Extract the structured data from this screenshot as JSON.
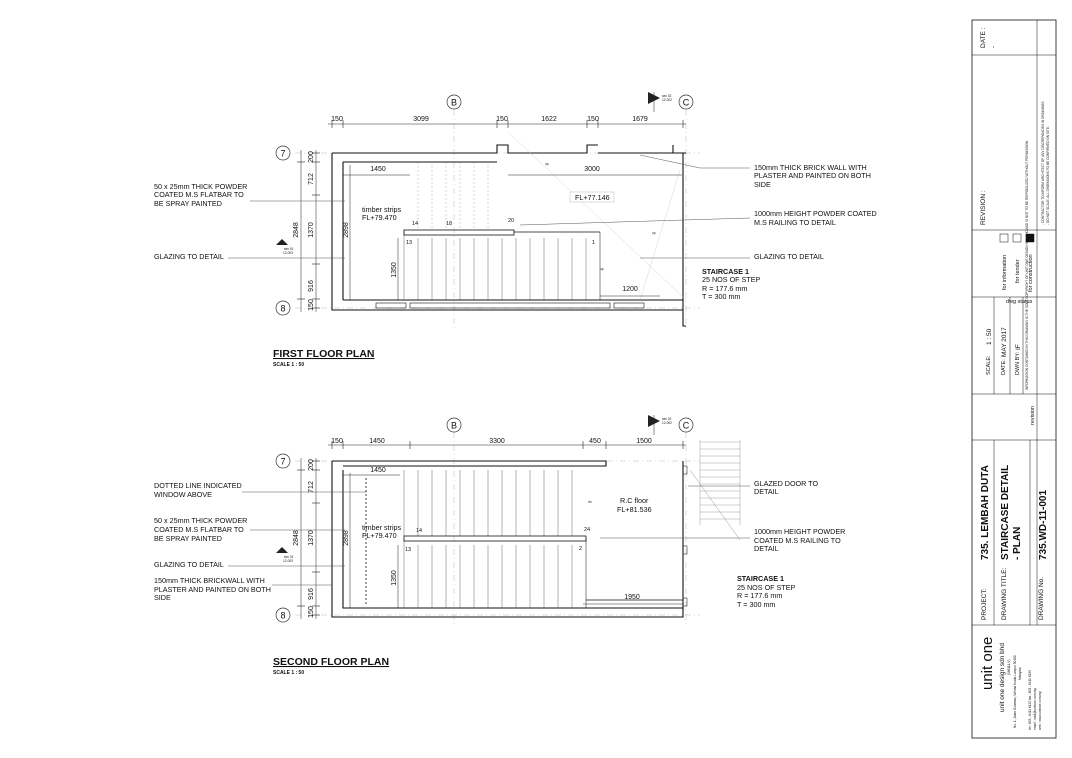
{
  "grids": {
    "b": "B",
    "c": "C",
    "r7": "7",
    "r8": "8"
  },
  "first": {
    "title": "FIRST FLOOR PLAN",
    "scale": "SCALE 1 : 50",
    "dims_top": [
      "150",
      "3099",
      "150",
      "1622",
      "150",
      "1679"
    ],
    "dims_left": [
      "200",
      "712",
      "1370",
      "916",
      "150"
    ],
    "dim_2848": "2848",
    "dim_2898": "2898",
    "dim_1350": "1350",
    "dim_1450": "1450",
    "dim_3000": "3000",
    "dim_1200": "1200",
    "timber": [
      "timber strips",
      "FL+79.470"
    ],
    "level": "FL+77.146",
    "step_nums": [
      "14",
      "18",
      "20",
      "13",
      "1"
    ],
    "up_marks": [
      "up",
      "up",
      "up"
    ],
    "sec_top": [
      "sec 02",
      "12-002"
    ],
    "sec_left": [
      "sec 01",
      "12-003"
    ],
    "notes_left": [
      [
        "50 x 25mm THICK POWDER",
        "COATED M.S FLATBAR TO",
        "BE SPRAY PAINTED"
      ],
      [
        "GLAZING TO DETAIL"
      ]
    ],
    "notes_right": [
      [
        "150mm THICK BRICK WALL WITH",
        "PLASTER AND PAINTED ON BOTH",
        "SIDE"
      ],
      [
        "1000mm HEIGHT POWDER COATED",
        "M.S RAILING TO DETAIL"
      ],
      [
        "GLAZING TO DETAIL"
      ]
    ],
    "stair": {
      "name": "STAIRCASE 1",
      "lines": [
        "25 NOS OF STEP",
        "R  = 177.6 mm",
        "T  = 300 mm"
      ]
    }
  },
  "second": {
    "title": "SECOND FLOOR PLAN",
    "scale": "SCALE 1 : 50",
    "dims_top": [
      "150",
      "1450",
      "3300",
      "450",
      "1500"
    ],
    "dims_left": [
      "200",
      "712",
      "1370",
      "916",
      "150"
    ],
    "dim_2848": "2848",
    "dim_2898": "2898",
    "dim_1350": "1350",
    "dim_1450": "1450",
    "dim_1950": "1950",
    "timber": [
      "timber strips",
      "FL+79.470"
    ],
    "level": [
      "R.C floor",
      "FL+81.536"
    ],
    "step_nums": [
      "14",
      "24",
      "13",
      "2"
    ],
    "dn_mark": "dn",
    "sec_top": [
      "sec 02",
      "12-002"
    ],
    "sec_left": [
      "sec 01",
      "12-003"
    ],
    "notes_left": [
      [
        "DOTTED LINE INDICATED",
        "WINDOW ABOVE"
      ],
      [
        "50 x 25mm THICK POWDER",
        "COATED M.S FLATBAR TO",
        "BE SPRAY PAINTED"
      ],
      [
        "GLAZING TO DETAIL"
      ],
      [
        "150mm THICK BRICKWALL WITH",
        "PLASTER AND PAINTED ON BOTH",
        "SIDE"
      ]
    ],
    "notes_right": [
      [
        "GLAZED DOOR TO",
        "DETAIL"
      ],
      [
        "1000mm HEIGHT POWDER",
        "COATED M.S RAILING TO",
        "DETAIL"
      ]
    ],
    "stair": {
      "name": "STAIRCASE 1",
      "lines": [
        "25 NOS OF STEP",
        "R  = 177.6 mm",
        "T  = 300 mm"
      ]
    }
  },
  "titleblock": {
    "date_label": "DATE :",
    "date_value": "-",
    "revision_label": "REVISION :",
    "notes": [
      "- CONTRACTOR TO INFORM ARCHITECT OF ANY DISCREPANCIES IN DRAWINGS",
      "- DO NOT SCALE.  ALL DIMENSIONS TO BE CONFIRMED ON SITE."
    ],
    "status_items": [
      "for information",
      "for tender",
      "for construction"
    ],
    "status_label": "dwg status",
    "scale_label": "SCALE:",
    "scale_value": "1 : 50",
    "date2_label": "DATE:",
    "date2_value": "MAY 2017",
    "drwn_label": "DWN BY:",
    "drwn_value": "IF",
    "revision2": "revision",
    "copyright": "INFORMATION CONTAINED IN THIS DRAWING IS THE SOLE COPYRIGHT OF UNIT ONE DESIGN SDN BHD AND IS NOT TO BE REPRODUCED WITHOUT PERMISSION",
    "project_label": "PROJECT:",
    "project_value": "735. LEMBAH DUTA",
    "title_label": "DRAWING  TITLE:",
    "title_value": [
      "STAIRCASE DETAIL",
      "- PLAN"
    ],
    "number_label": "DRAWING  No.",
    "number_value": "735.WD-11-001",
    "logo": "unit one",
    "company": "unit one design sdn bhd",
    "company_id": "(566111-V)",
    "address": [
      "No. 1, Jalan Dutamas, Wisma Kuala Lumpur 50480",
      "Malaysia"
    ],
    "contact": [
      "tel : 603 - 6411 6122    fax : 603 - 6411 6133",
      "email : mail@unitone.com.my",
      "web : www.unitone.com.my"
    ]
  }
}
